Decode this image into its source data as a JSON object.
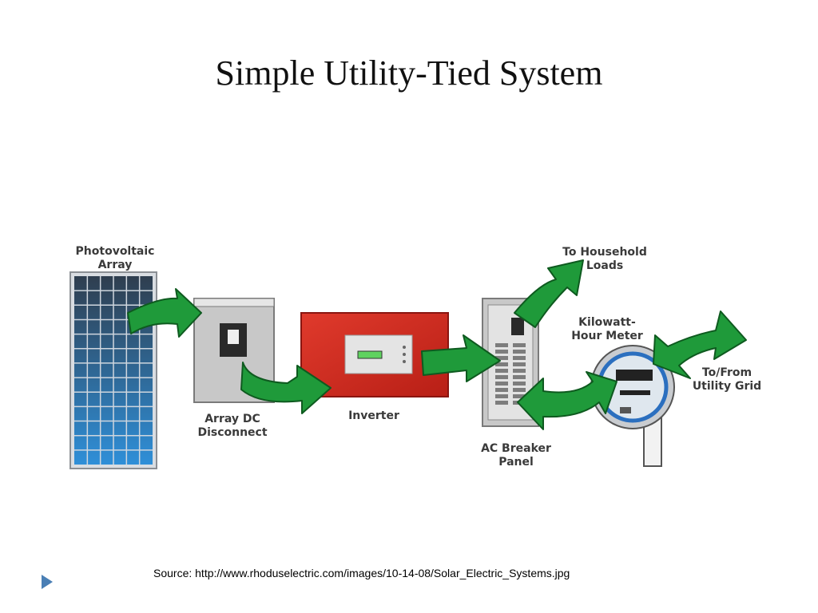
{
  "slide": {
    "title": "Simple Utility-Tied System",
    "source": "Source: http://www.rhoduselectric.com/images/10-14-08/Solar_Electric_Systems.jpg"
  },
  "diagram": {
    "labels": {
      "pv_line1": "Photovoltaic",
      "pv_line2": "Array",
      "dc_line1": "Array DC",
      "dc_line2": "Disconnect",
      "inverter": "Inverter",
      "household_line1": "To Household",
      "household_line2": "Loads",
      "meter_line1": "Kilowatt-",
      "meter_line2": "Hour Meter",
      "grid_line1": "To/From",
      "grid_line2": "Utility Grid",
      "ac_line1": "AC Breaker",
      "ac_line2": "Panel"
    },
    "colors": {
      "arrow_fill": "#1f9a3a",
      "arrow_stroke": "#0e5a1f",
      "inverter": "#d62a1f",
      "panel_cell_top": "#2f3e4f",
      "panel_cell_bottom": "#2f8fd8",
      "cabinet": "#c8c8c8"
    }
  }
}
